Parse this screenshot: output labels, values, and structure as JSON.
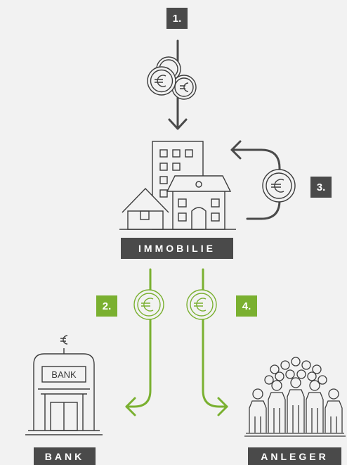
{
  "steps": {
    "step1": "1.",
    "step2": "2.",
    "step3": "3.",
    "step4": "4."
  },
  "labels": {
    "immobilie": "IMMOBILIE",
    "bank": "BANK",
    "anleger": "ANLEGER",
    "bank_sign": "BANK",
    "euro_symbol": "€"
  },
  "colors": {
    "dark": "#4a4a4a",
    "green": "#7ab030",
    "background": "#f2f2f2"
  }
}
